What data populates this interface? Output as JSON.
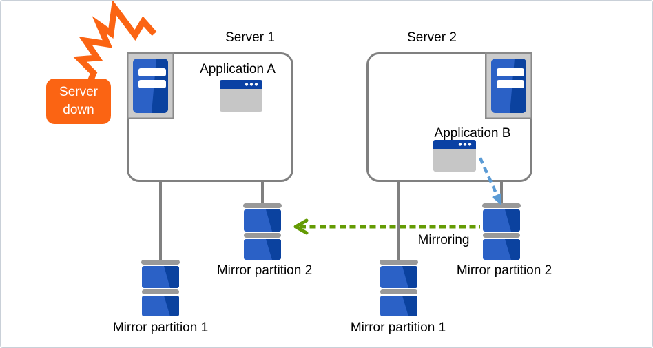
{
  "badge": {
    "line1": "Server",
    "line2": "down"
  },
  "server1": {
    "title": "Server 1",
    "app_label": "Application A",
    "mirror_partition1_label": "Mirror partition 1",
    "mirror_partition2_label": "Mirror partition 2"
  },
  "server2": {
    "title": "Server 2",
    "app_label": "Application B",
    "mirror_partition1_label": "Mirror partition 1",
    "mirror_partition2_label": "Mirror partition 2"
  },
  "mirroring": {
    "label": "Mirroring"
  },
  "icons": {
    "explosion": "explosion-crash-icon",
    "server_tower": "server-tower-icon",
    "application_window": "application-window-icon",
    "disk": "disk-partition-icon",
    "mirroring_arrow": "green-dashed-left-arrow",
    "write_arrow": "blue-dashed-down-arrow"
  },
  "colors": {
    "orange": "#FB6413",
    "icon_blue_dark": "#0B429F",
    "icon_blue_light": "#2B61C6",
    "titlebar_blue": "#0A41A4",
    "mirroring_green": "#649B04",
    "write_arrow_blue": "#5B9BD5",
    "line_gray": "#808080",
    "icon_gray": "#999999",
    "window_body_gray": "#C6C6C6",
    "frame_gray": "#CBCBCB"
  }
}
